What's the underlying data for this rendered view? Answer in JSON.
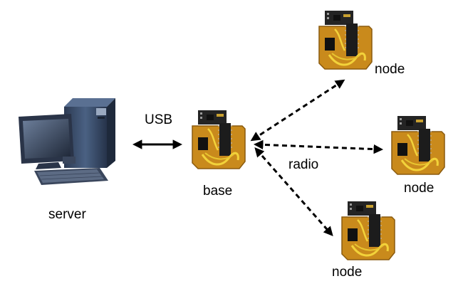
{
  "labels": {
    "server": "server",
    "usb": "USB",
    "base": "base",
    "radio": "radio",
    "node_top": "node",
    "node_right": "node",
    "node_bottom": "node"
  },
  "colors": {
    "board": "#c98a1c",
    "board_dark": "#8a5a0e",
    "chip": "#1c1c1c",
    "radio_module": "#2a2a2a",
    "wire": "#f2d23a",
    "computer_body": "#3b4e6a",
    "arrow": "#000000"
  },
  "icons": {
    "server": "desktop-computer-icon",
    "board": "circuit-board-icon"
  }
}
